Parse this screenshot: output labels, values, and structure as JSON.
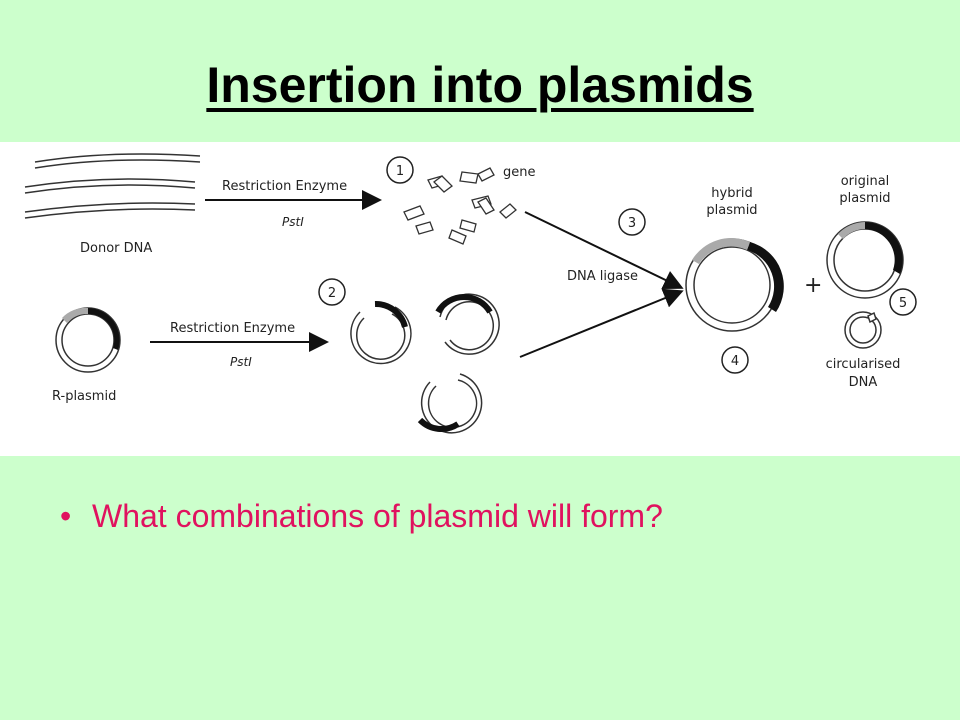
{
  "slide": {
    "title": "Insertion into plasmids",
    "bullets": [
      "What combinations of plasmid will form?"
    ]
  },
  "diagram": {
    "donor_dna_label": "Donor DNA",
    "r_plasmid_label": "R-plasmid",
    "restriction_enzyme_label": "Restriction Enzyme",
    "enzyme_name": "PstI",
    "gene_label": "gene",
    "dna_ligase_label": "DNA ligase",
    "hybrid_plasmid_label_1": "hybrid",
    "hybrid_plasmid_label_2": "plasmid",
    "original_plasmid_label_1": "original",
    "original_plasmid_label_2": "plasmid",
    "circularised_label_1": "circularised",
    "circularised_label_2": "DNA",
    "plus_sign": "+",
    "step_numbers": [
      "1",
      "2",
      "3",
      "4",
      "5"
    ]
  }
}
